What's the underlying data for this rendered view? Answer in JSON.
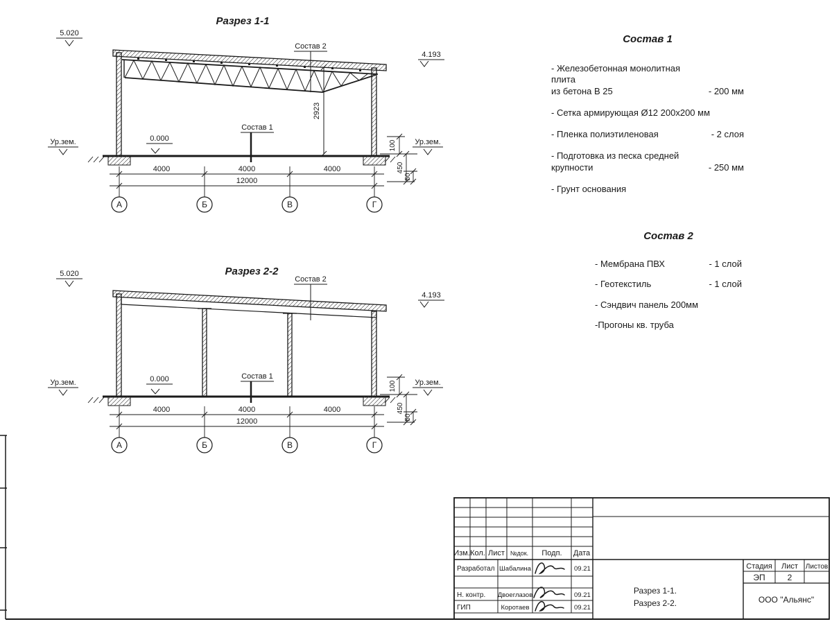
{
  "section1": {
    "title": "Разрез 1-1",
    "elev_top": "5.020",
    "elev_eave": "4.193",
    "elev_floor": "0.000",
    "ground": "Ур.зем.",
    "callout_roof": "Состав 2",
    "callout_floor": "Состав 1",
    "dim_height": "2923",
    "dim_span": "4000",
    "dim_total": "12000",
    "dim_100": "100",
    "dim_450": "450",
    "dim_50": "50",
    "axes": [
      "А",
      "Б",
      "В",
      "Г"
    ]
  },
  "section2": {
    "title": "Разрез 2-2",
    "elev_top": "5.020",
    "elev_eave": "4.193",
    "elev_floor": "0.000",
    "ground": "Ур.зем.",
    "callout_roof": "Состав 2",
    "callout_floor": "Состав 1",
    "dim_span": "4000",
    "dim_total": "12000",
    "dim_100": "100",
    "dim_450": "450",
    "dim_50": "50",
    "axes": [
      "А",
      "Б",
      "В",
      "Г"
    ]
  },
  "sostav1": {
    "title": "Состав 1",
    "items": [
      {
        "text": "- Железобетонная  монолитная плита\nиз бетона В 25",
        "value": "- 200 мм"
      },
      {
        "text": "- Сетка армирующая Ø12 200x200 мм",
        "value": ""
      },
      {
        "text": "- Пленка полиэтиленовая",
        "value": "- 2 слоя"
      },
      {
        "text": "- Подготовка из песка средней\nкрупности",
        "value": "- 250 мм"
      },
      {
        "text": "- Грунт основания",
        "value": ""
      }
    ]
  },
  "sostav2": {
    "title": "Состав 2",
    "items": [
      {
        "text": "- Мембрана ПВХ",
        "value": "- 1 слой"
      },
      {
        "text": "- Геотекстиль",
        "value": "- 1 слой"
      },
      {
        "text": "- Сэндвич панель 200мм",
        "value": ""
      },
      {
        "text": "-Прогоны кв. труба",
        "value": ""
      }
    ]
  },
  "titleblock": {
    "rev_headers": [
      "Изм.",
      "Кол.",
      "Лист",
      "№док.",
      "Подп.",
      "Дата"
    ],
    "rows": [
      {
        "role": "Разработал",
        "name": "Шабалина",
        "date": "09.21"
      },
      {
        "role": "Н. контр.",
        "name": "Двоеглазов",
        "date": "09.21"
      },
      {
        "role": "ГИП",
        "name": "Коротаев",
        "date": "09.21"
      }
    ],
    "doc_title_line1": "Разрез 1-1.",
    "doc_title_line2": "Разрез 2-2.",
    "stage_label": "Стадия",
    "sheet_label": "Лист",
    "sheets_label": "Листов",
    "stage_value": "ЭП",
    "sheet_value": "2",
    "company": "ООО \"Альянс\""
  }
}
